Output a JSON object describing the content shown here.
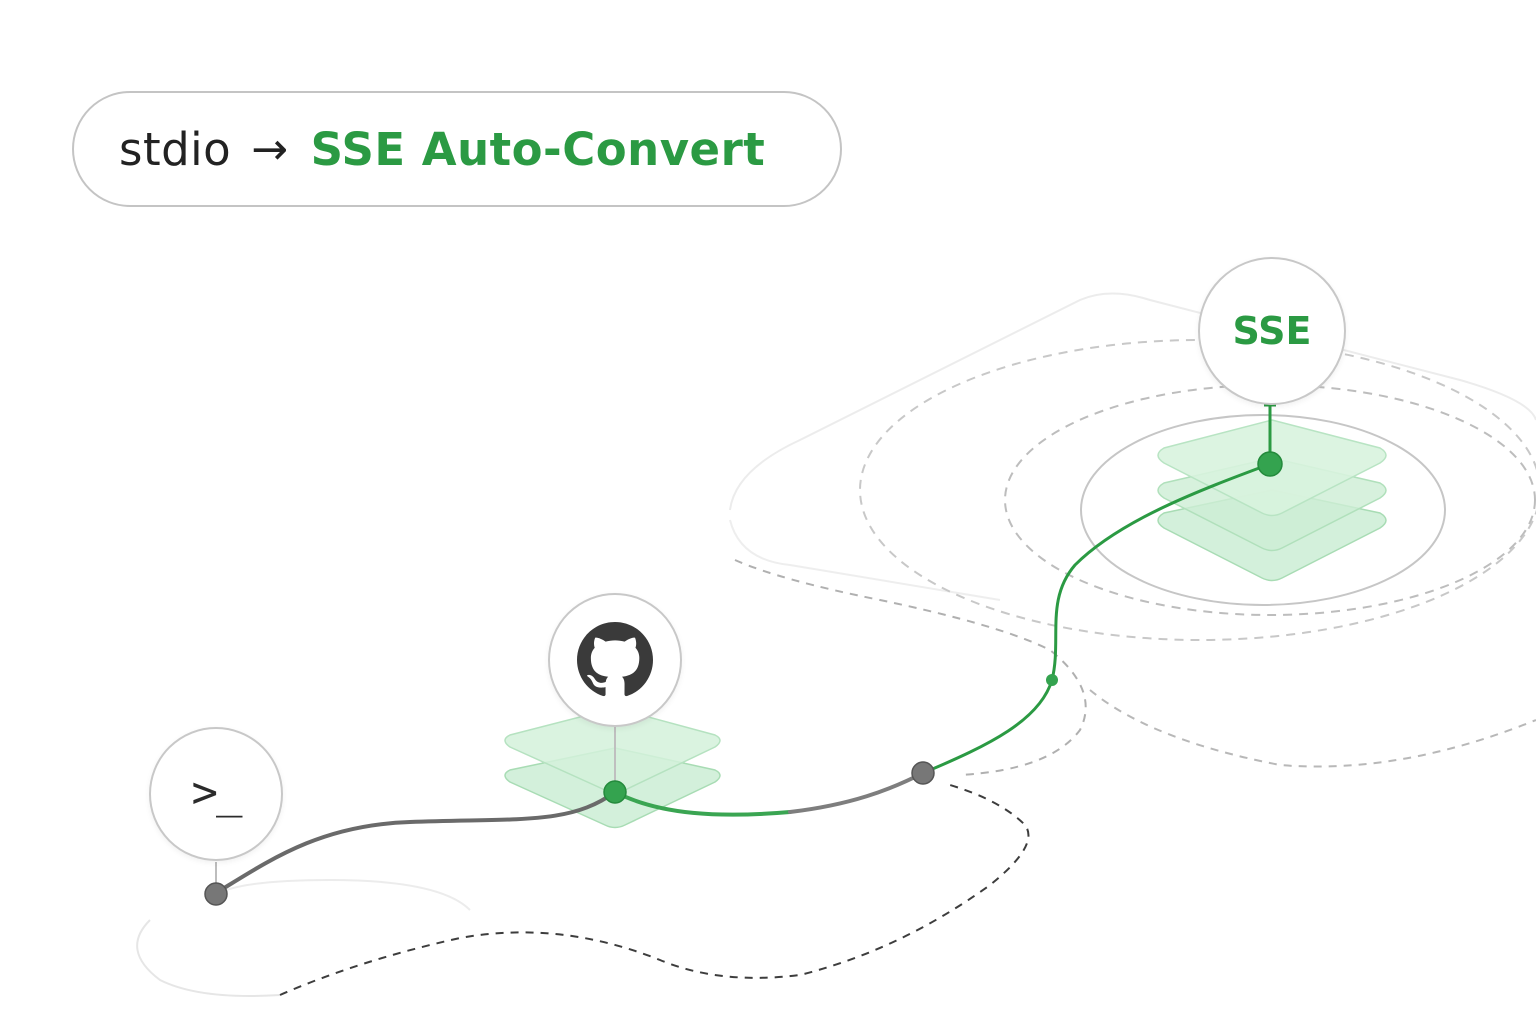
{
  "header": {
    "source": "stdio",
    "arrow": "→",
    "target": "SSE Auto-Convert"
  },
  "nodes": {
    "terminal": {
      "icon": "terminal-icon",
      "prompt": ">_"
    },
    "github": {
      "icon": "github-icon"
    },
    "sse": {
      "label": "SSE"
    }
  },
  "colors": {
    "accent": "#2b9a43",
    "accent_light": "#cfeed7",
    "line_dark": "#6a6a6a",
    "dot_gray": "#777777",
    "border": "#c8c8c8"
  }
}
